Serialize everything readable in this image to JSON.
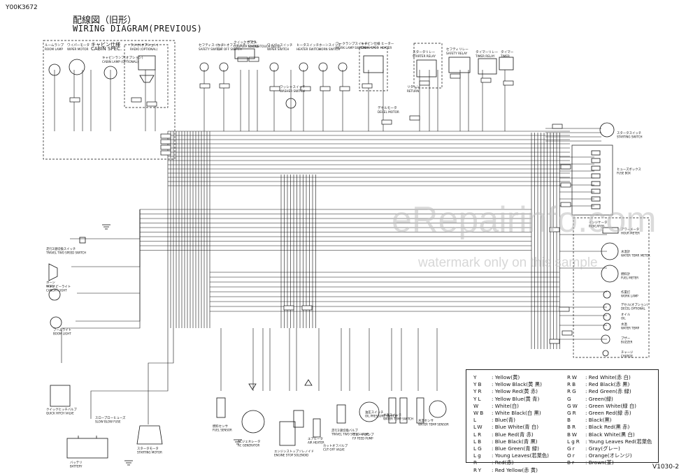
{
  "header": {
    "code": "Y00K3672",
    "title_jp": "配線図（旧形）",
    "title_en": "WIRING DIAGRAM(PREVIOUS)"
  },
  "footer": {
    "code": "V1030-2"
  },
  "watermark": {
    "main": "eRepairinfo.com",
    "sub": "watermark only on this sample"
  },
  "components_top": [
    {
      "jp": "ルームランプ",
      "en": "ROOM LAMP"
    },
    {
      "jp": "ワイパーモータ",
      "en": "WIPER MOTOR"
    },
    {
      "jp": "キャビン仕様",
      "en": "CABIN SPEC."
    },
    {
      "jp": "キャビンランプ(オプション)",
      "en": "CABIN LAMP (OPTIONAL)"
    },
    {
      "jp": "ラジオ(オプション)",
      "en": "RADIO (OPTIONAL)"
    },
    {
      "jp": "セフティスイッチ",
      "en": "SAFETY SWITCH"
    },
    {
      "jp": "カットオフスイッチ",
      "en": "CUT OFF SWITCH"
    },
    {
      "jp": "クイックカプラ",
      "en": "COUPLER SWITCH"
    },
    {
      "jp": "デセル",
      "en": "TO ONE TOUCH DECEL"
    },
    {
      "jp": "ワイパースイッチ",
      "en": "WIPER SWITCH"
    },
    {
      "jp": "ワッシャスイッチ",
      "en": "WASHER SWITCH"
    },
    {
      "jp": "ヒータスイッチ",
      "en": "HEATER SWITCH"
    },
    {
      "jp": "ホーンスイッチ",
      "en": "HORN SWITCH"
    },
    {
      "jp": "ワークランプスイッチ",
      "en": "WORK LAMP SWITCH"
    },
    {
      "jp": "キャビン仕様 ヒーター",
      "en": "CABIN SPEC. HEATER"
    },
    {
      "jp": "スタータリレー",
      "en": "STARTER RELAY"
    },
    {
      "jp": "セフティリレー",
      "en": "SAFETY RELAY"
    },
    {
      "jp": "タイマーリレー",
      "en": "TIMER RELAY"
    },
    {
      "jp": "タイマー",
      "en": "TIMER"
    },
    {
      "jp": "デセルモータ",
      "en": "DECEL MOTOR"
    },
    {
      "jp": "リターン",
      "en": "RETURN"
    }
  ],
  "components_right": [
    {
      "jp": "スタータスイッチ",
      "en": "STARTING SWITCH"
    },
    {
      "jp": "ヒューズボックス",
      "en": "FUSE BOX"
    },
    {
      "jp": "インジケータ",
      "en": "INDICATOR"
    },
    {
      "jp": "アワーメータ",
      "en": "HOUR METER"
    },
    {
      "jp": "水温計",
      "en": "WATER TEMP. METER"
    },
    {
      "jp": "燃料計",
      "en": "FUEL METER"
    },
    {
      "jp": "作業灯",
      "en": "WORK LAMP"
    },
    {
      "jp": "デセル(オプション)",
      "en": "DECEL OPTIONAL"
    },
    {
      "jp": "オイル",
      "en": "OIL"
    },
    {
      "jp": "水温",
      "en": "WATER TEMP"
    },
    {
      "jp": "ブザー",
      "en": "BUZZER"
    },
    {
      "jp": "チャージ",
      "en": "CHARGE"
    }
  ],
  "components_left": [
    {
      "jp": "走行2速切換スイッチ",
      "en": "TRAVEL TWO SPEED SWITCH"
    },
    {
      "jp": "ホーン",
      "en": "HORN"
    },
    {
      "jp": "キャノピーライト",
      "en": "CANOPY LIGHT"
    },
    {
      "jp": "ブームライト",
      "en": "BOOM LIGHT"
    },
    {
      "jp": "クイックヒッチバルブ",
      "en": "QUICK HITCH VALVE"
    },
    {
      "jp": "スローブローヒューズ",
      "en": "SLOW BLOW FUSE"
    },
    {
      "jp": "バッテリ",
      "en": "BATTERY"
    },
    {
      "jp": "スタータモータ",
      "en": "STARTING MOTOR"
    }
  ],
  "components_bottom": [
    {
      "jp": "燃料センサ",
      "en": "FUEL SENSOR"
    },
    {
      "jp": "ACジェネレータ",
      "en": "AC GENERATOR"
    },
    {
      "jp": "エンジンストップソレノイド",
      "en": "ENGINE STOP SOLENOID"
    },
    {
      "jp": "エアヒータ",
      "en": "AIR HEATER"
    },
    {
      "jp": "カットオフバルブ",
      "en": "CUT OFF VALVE"
    },
    {
      "jp": "走行2速切換バルブ",
      "en": "TRAVEL TWO SPEED VALVE"
    },
    {
      "jp": "フィードポンプ",
      "en": "F.P FEED PUMP"
    },
    {
      "jp": "油圧スイッチ",
      "en": "OIL PRESSURE SWITCH"
    },
    {
      "jp": "水温スイッチ",
      "en": "WATER TEMP SWITCH"
    },
    {
      "jp": "水温センサ",
      "en": "WATER TEMP SENSOR"
    }
  ],
  "legend": [
    {
      "code": "Y",
      "desc": ": Yellow(黄)",
      "code2": "RW",
      "desc2": ": Red White(赤 白)"
    },
    {
      "code": "YB",
      "desc": ": Yellow Black(黄 黒)",
      "code2": "RB",
      "desc2": ": Red Black(赤 黒)"
    },
    {
      "code": "YR",
      "desc": ": Yellow Red(黄 赤)",
      "code2": "RG",
      "desc2": ": Red Green(赤 緑)"
    },
    {
      "code": "YL",
      "desc": ": Yellow Blue(黄 青)",
      "code2": "G",
      "desc2": ": Green(緑)"
    },
    {
      "code": "W",
      "desc": ": White(白)",
      "code2": "GW",
      "desc2": ": Green White(緑 白)"
    },
    {
      "code": "WB",
      "desc": ": White Black(白 黒)",
      "code2": "GR",
      "desc2": ": Green Red(緑 赤)"
    },
    {
      "code": "L",
      "desc": ": Blue(青)",
      "code2": "B",
      "desc2": ": Black(黒)"
    },
    {
      "code": "LW",
      "desc": ": Blue White(青 白)",
      "code2": "BR",
      "desc2": ": Black Red(黒 赤)"
    },
    {
      "code": "LR",
      "desc": ": Blue Red(青 赤)",
      "code2": "BW",
      "desc2": ": Black White(黒 白)"
    },
    {
      "code": "LB",
      "desc": ": Blue Black(青 黒)",
      "code2": "LgR",
      "desc2": ": Young Leaves Red(若葉色 赤)"
    },
    {
      "code": "LG",
      "desc": ": Blue Green(青 緑)",
      "code2": "Gr",
      "desc2": ": Gray(グレー)"
    },
    {
      "code": "Lg",
      "desc": ": Young Leaves(若葉色)",
      "code2": "Or",
      "desc2": ": Orange(オレンジ)"
    },
    {
      "code": "R",
      "desc": ": Red(赤)",
      "code2": "Br",
      "desc2": ": Brown(茶)"
    },
    {
      "code": "RY",
      "desc": ": Red Yellow(赤 黄)",
      "code2": "",
      "desc2": ""
    }
  ]
}
